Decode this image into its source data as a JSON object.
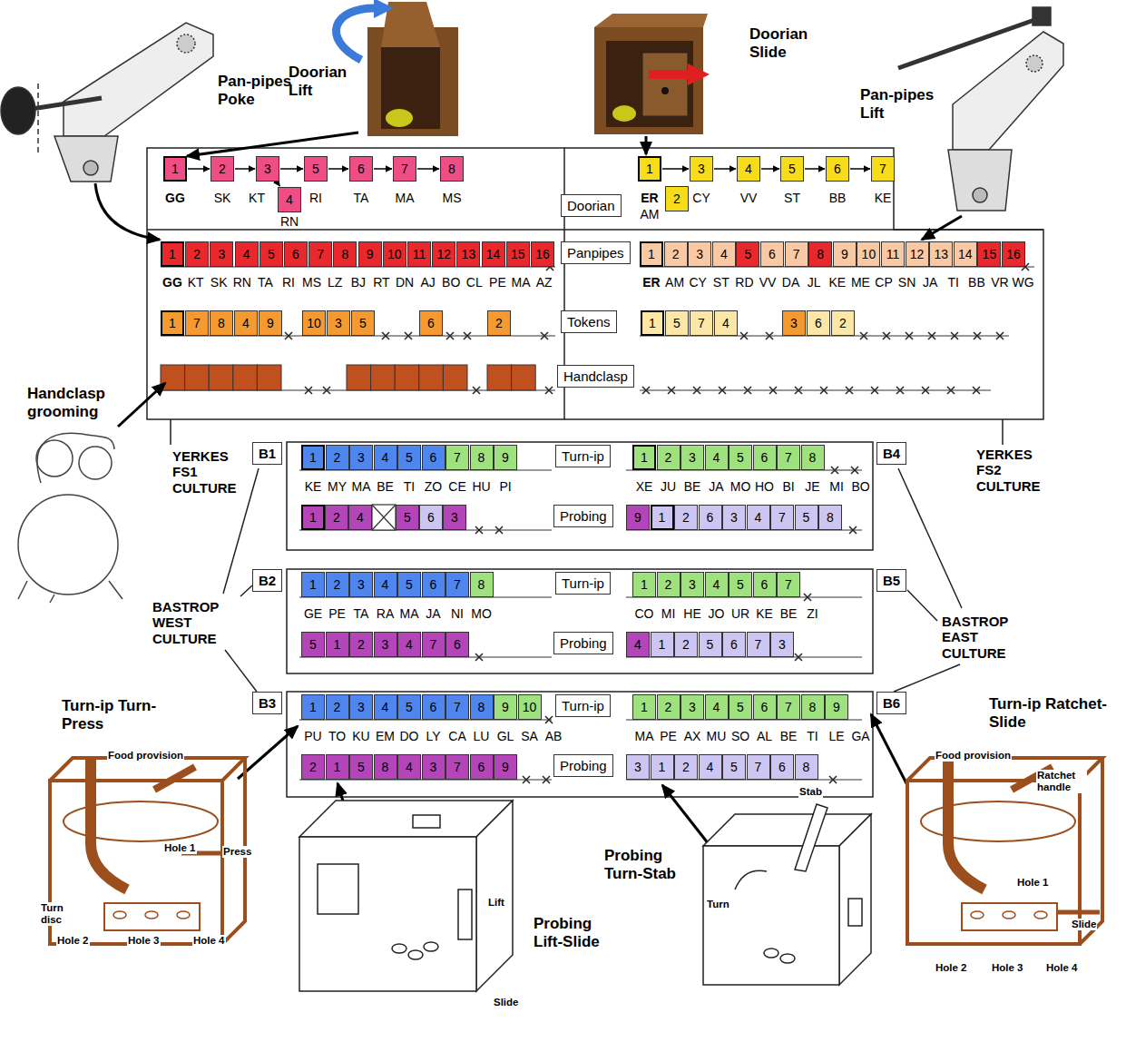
{
  "diagram": {
    "nodes": [
      {
        "text": [
          "1"
        ]
      },
      {
        "text": [
          "2"
        ]
      },
      {
        "text": [
          "3"
        ]
      },
      {
        "text": [
          "4"
        ]
      },
      {
        "text": [
          "5"
        ]
      },
      {
        "text": [
          "6"
        ]
      },
      {
        "text": [
          "7"
        ]
      },
      {
        "text": [
          "8"
        ]
      },
      {
        "text": [
          "Doorian"
        ]
      },
      {
        "text": [
          "1"
        ]
      },
      {
        "text": [
          "2"
        ]
      },
      {
        "text": [
          "3"
        ]
      },
      {
        "text": [
          "4"
        ]
      },
      {
        "text": [
          "5"
        ]
      },
      {
        "text": [
          "6"
        ]
      },
      {
        "text": [
          "7"
        ]
      },
      {
        "text": [
          "1"
        ]
      },
      {
        "text": [
          "2"
        ]
      },
      {
        "text": [
          "3"
        ]
      },
      {
        "text": [
          "4"
        ]
      },
      {
        "text": [
          "5"
        ]
      },
      {
        "text": [
          "6"
        ]
      },
      {
        "text": [
          "7"
        ]
      },
      {
        "text": [
          "8"
        ]
      },
      {
        "text": [
          "9"
        ]
      },
      {
        "text": [
          "10"
        ]
      },
      {
        "text": [
          "11"
        ]
      },
      {
        "text": [
          "12"
        ]
      },
      {
        "text": [
          "13"
        ]
      },
      {
        "text": [
          "14"
        ]
      },
      {
        "text": [
          "15"
        ]
      },
      {
        "text": [
          "16"
        ]
      },
      {
        "text": [
          "Panpipes"
        ]
      },
      {
        "text": [
          "1"
        ]
      },
      {
        "text": [
          "2"
        ]
      },
      {
        "text": [
          "3"
        ]
      },
      {
        "text": [
          "4"
        ]
      },
      {
        "text": [
          "5"
        ]
      },
      {
        "text": [
          "6"
        ]
      },
      {
        "text": [
          "7"
        ]
      },
      {
        "text": [
          "8"
        ]
      },
      {
        "text": [
          "9"
        ]
      },
      {
        "text": [
          "10"
        ]
      },
      {
        "text": [
          "11"
        ]
      },
      {
        "text": [
          "12"
        ]
      },
      {
        "text": [
          "13"
        ]
      },
      {
        "text": [
          "14"
        ]
      },
      {
        "text": [
          "15"
        ]
      },
      {
        "text": [
          "16"
        ]
      },
      {
        "text": [
          "1"
        ]
      },
      {
        "text": [
          "7"
        ]
      },
      {
        "text": [
          "8"
        ]
      },
      {
        "text": [
          "4"
        ]
      },
      {
        "text": [
          "9"
        ]
      },
      {
        "text": [
          "10"
        ]
      },
      {
        "text": [
          "3"
        ]
      },
      {
        "text": [
          "5"
        ]
      },
      {
        "text": [
          "6"
        ]
      },
      {
        "text": [
          "2"
        ]
      },
      {
        "text": [
          "Tokens"
        ]
      },
      {
        "text": [
          "1"
        ]
      },
      {
        "text": [
          "5"
        ]
      },
      {
        "text": [
          "7"
        ]
      },
      {
        "text": [
          "4"
        ]
      },
      {
        "text": [
          "3"
        ]
      },
      {
        "text": [
          "6"
        ]
      },
      {
        "text": [
          "2"
        ]
      },
      {
        "text": [
          "Handclasp"
        ]
      },
      {
        "text": [
          "B1"
        ]
      },
      {
        "text": [
          "1"
        ]
      },
      {
        "text": [
          "2"
        ]
      },
      {
        "text": [
          "3"
        ]
      },
      {
        "text": [
          "4"
        ]
      },
      {
        "text": [
          "5"
        ]
      },
      {
        "text": [
          "6"
        ]
      },
      {
        "text": [
          "7"
        ]
      },
      {
        "text": [
          "8"
        ]
      },
      {
        "text": [
          "9"
        ]
      },
      {
        "text": [
          "Turn-ip"
        ]
      },
      {
        "text": [
          "1"
        ]
      },
      {
        "text": [
          "2"
        ]
      },
      {
        "text": [
          "3"
        ]
      },
      {
        "text": [
          "4"
        ]
      },
      {
        "text": [
          "5"
        ]
      },
      {
        "text": [
          "6"
        ]
      },
      {
        "text": [
          "7"
        ]
      },
      {
        "text": [
          "8"
        ]
      },
      {
        "text": [
          "B4"
        ]
      },
      {
        "text": [
          "1"
        ]
      },
      {
        "text": [
          "2"
        ]
      },
      {
        "text": [
          "4"
        ]
      },
      {
        "text": [
          "5"
        ]
      },
      {
        "text": [
          "6"
        ]
      },
      {
        "text": [
          "3"
        ]
      },
      {
        "text": [
          "Probing"
        ]
      },
      {
        "text": [
          "9"
        ]
      },
      {
        "text": [
          "1"
        ]
      },
      {
        "text": [
          "2"
        ]
      },
      {
        "text": [
          "6"
        ]
      },
      {
        "text": [
          "3"
        ]
      },
      {
        "text": [
          "4"
        ]
      },
      {
        "text": [
          "7"
        ]
      },
      {
        "text": [
          "5"
        ]
      },
      {
        "text": [
          "8"
        ]
      },
      {
        "text": [
          "B2"
        ]
      },
      {
        "text": [
          "1"
        ]
      },
      {
        "text": [
          "2"
        ]
      },
      {
        "text": [
          "3"
        ]
      },
      {
        "text": [
          "4"
        ]
      },
      {
        "text": [
          "5"
        ]
      },
      {
        "text": [
          "6"
        ]
      },
      {
        "text": [
          "7"
        ]
      },
      {
        "text": [
          "8"
        ]
      },
      {
        "text": [
          "Turn-ip"
        ]
      },
      {
        "text": [
          "1"
        ]
      },
      {
        "text": [
          "2"
        ]
      },
      {
        "text": [
          "3"
        ]
      },
      {
        "text": [
          "4"
        ]
      },
      {
        "text": [
          "5"
        ]
      },
      {
        "text": [
          "6"
        ]
      },
      {
        "text": [
          "7"
        ]
      },
      {
        "text": [
          "B5"
        ]
      },
      {
        "text": [
          "5"
        ]
      },
      {
        "text": [
          "1"
        ]
      },
      {
        "text": [
          "2"
        ]
      },
      {
        "text": [
          "3"
        ]
      },
      {
        "text": [
          "4"
        ]
      },
      {
        "text": [
          "7"
        ]
      },
      {
        "text": [
          "6"
        ]
      },
      {
        "text": [
          "Probing"
        ]
      },
      {
        "text": [
          "4"
        ]
      },
      {
        "text": [
          "1"
        ]
      },
      {
        "text": [
          "2"
        ]
      },
      {
        "text": [
          "5"
        ]
      },
      {
        "text": [
          "6"
        ]
      },
      {
        "text": [
          "7"
        ]
      },
      {
        "text": [
          "3"
        ]
      },
      {
        "text": [
          "B3"
        ]
      },
      {
        "text": [
          "1"
        ]
      },
      {
        "text": [
          "2"
        ]
      },
      {
        "text": [
          "3"
        ]
      },
      {
        "text": [
          "4"
        ]
      },
      {
        "text": [
          "5"
        ]
      },
      {
        "text": [
          "6"
        ]
      },
      {
        "text": [
          "7"
        ]
      },
      {
        "text": [
          "8"
        ]
      },
      {
        "text": [
          "9"
        ]
      },
      {
        "text": [
          "10"
        ]
      },
      {
        "text": [
          "Turn-ip"
        ]
      },
      {
        "text": [
          "1"
        ]
      },
      {
        "text": [
          "2"
        ]
      },
      {
        "text": [
          "3"
        ]
      },
      {
        "text": [
          "4"
        ]
      },
      {
        "text": [
          "5"
        ]
      },
      {
        "text": [
          "6"
        ]
      },
      {
        "text": [
          "7"
        ]
      },
      {
        "text": [
          "8"
        ]
      },
      {
        "text": [
          "9"
        ]
      },
      {
        "text": [
          "B6"
        ]
      },
      {
        "text": [
          "2"
        ]
      },
      {
        "text": [
          "1"
        ]
      },
      {
        "text": [
          "5"
        ]
      },
      {
        "text": [
          "8"
        ]
      },
      {
        "text": [
          "4"
        ]
      },
      {
        "text": [
          "3"
        ]
      },
      {
        "text": [
          "7"
        ]
      },
      {
        "text": [
          "6"
        ]
      },
      {
        "text": [
          "9"
        ]
      },
      {
        "text": [
          "Probing"
        ]
      },
      {
        "text": [
          "3"
        ]
      },
      {
        "text": [
          "1"
        ]
      },
      {
        "text": [
          "2"
        ]
      },
      {
        "text": [
          "4"
        ]
      },
      {
        "text": [
          "5"
        ]
      },
      {
        "text": [
          "7"
        ]
      },
      {
        "text": [
          "6"
        ]
      },
      {
        "text": [
          "8"
        ]
      }
    ],
    "edges": [
      {
        "from": 0,
        "to": 1,
        "arrow": "to"
      },
      {
        "from": 1,
        "to": 2,
        "arrow": "to"
      },
      {
        "from": 2,
        "to": 3,
        "arrow": "to"
      },
      {
        "from": 2,
        "to": 4,
        "arrow": "to"
      },
      {
        "from": 4,
        "to": 5,
        "arrow": "to"
      },
      {
        "from": 5,
        "to": 6,
        "arrow": "to"
      },
      {
        "from": 6,
        "to": 7,
        "arrow": "to"
      },
      {
        "from": 9,
        "to": 11,
        "arrow": "to"
      },
      {
        "from": 11,
        "to": 12,
        "arrow": "to"
      },
      {
        "from": 12,
        "to": 13,
        "arrow": "to"
      },
      {
        "from": 13,
        "to": 14,
        "arrow": "to"
      },
      {
        "from": 14,
        "to": 15,
        "arrow": "to"
      }
    ],
    "labels": [
      "Pan-pipes Poke",
      "Doorian Lift",
      "Doorian Slide",
      "Pan-pipes Lift",
      "GG",
      "SK",
      "KT",
      "RN",
      "RI",
      "TA",
      "MA",
      "MS",
      "ER",
      "AM",
      "CY",
      "VV",
      "ST",
      "BB",
      "KE",
      "GG",
      "KT",
      "SK",
      "RN",
      "TA",
      "RI",
      "MS",
      "LZ",
      "BJ",
      "RT",
      "DN",
      "AJ",
      "BO",
      "CL",
      "PE",
      "MA",
      "AZ",
      "ER",
      "AM",
      "CY",
      "ST",
      "RD",
      "VV",
      "DA",
      "JL",
      "KE",
      "ME",
      "CP",
      "SN",
      "JA",
      "TI",
      "BB",
      "VR",
      "WG",
      "Handclasp grooming",
      "YERKES FS1 CULTURE",
      "YERKES FS2 CULTURE",
      "KE",
      "MY",
      "MA",
      "BE",
      "TI",
      "ZO",
      "CE",
      "HU",
      "PI",
      "XE",
      "JU",
      "BE",
      "JA",
      "MO",
      "HO",
      "BI",
      "JE",
      "MI",
      "BO",
      "BASTROP WEST CULTURE",
      "BASTROP EAST CULTURE",
      "GE",
      "PE",
      "TA",
      "RA",
      "MA",
      "JA",
      "NI",
      "MO",
      "CO",
      "MI",
      "HE",
      "JO",
      "UR",
      "KE",
      "BE",
      "ZI",
      "PU",
      "TO",
      "KU",
      "EM",
      "DO",
      "LY",
      "CA",
      "LU",
      "GL",
      "SA",
      "AB",
      "MA",
      "PE",
      "AX",
      "MU",
      "SO",
      "AL",
      "BE",
      "TI",
      "LE",
      "GA",
      "Turn-ip Turn-Press",
      "Turn-ip Ratchet-Slide",
      "Food provision",
      "Hole 1",
      "Press",
      "Turn disc",
      "Hole 2",
      "Hole 3",
      "Hole 4",
      "Food provision",
      "Ratchet handle",
      "Hole 1",
      "Slide",
      "Hole 2",
      "Hole 3",
      "Hole 4",
      "Probing Lift-Slide",
      "Lift",
      "Slide",
      "Probing Turn-Stab",
      "Stab",
      "Turn"
    ]
  }
}
